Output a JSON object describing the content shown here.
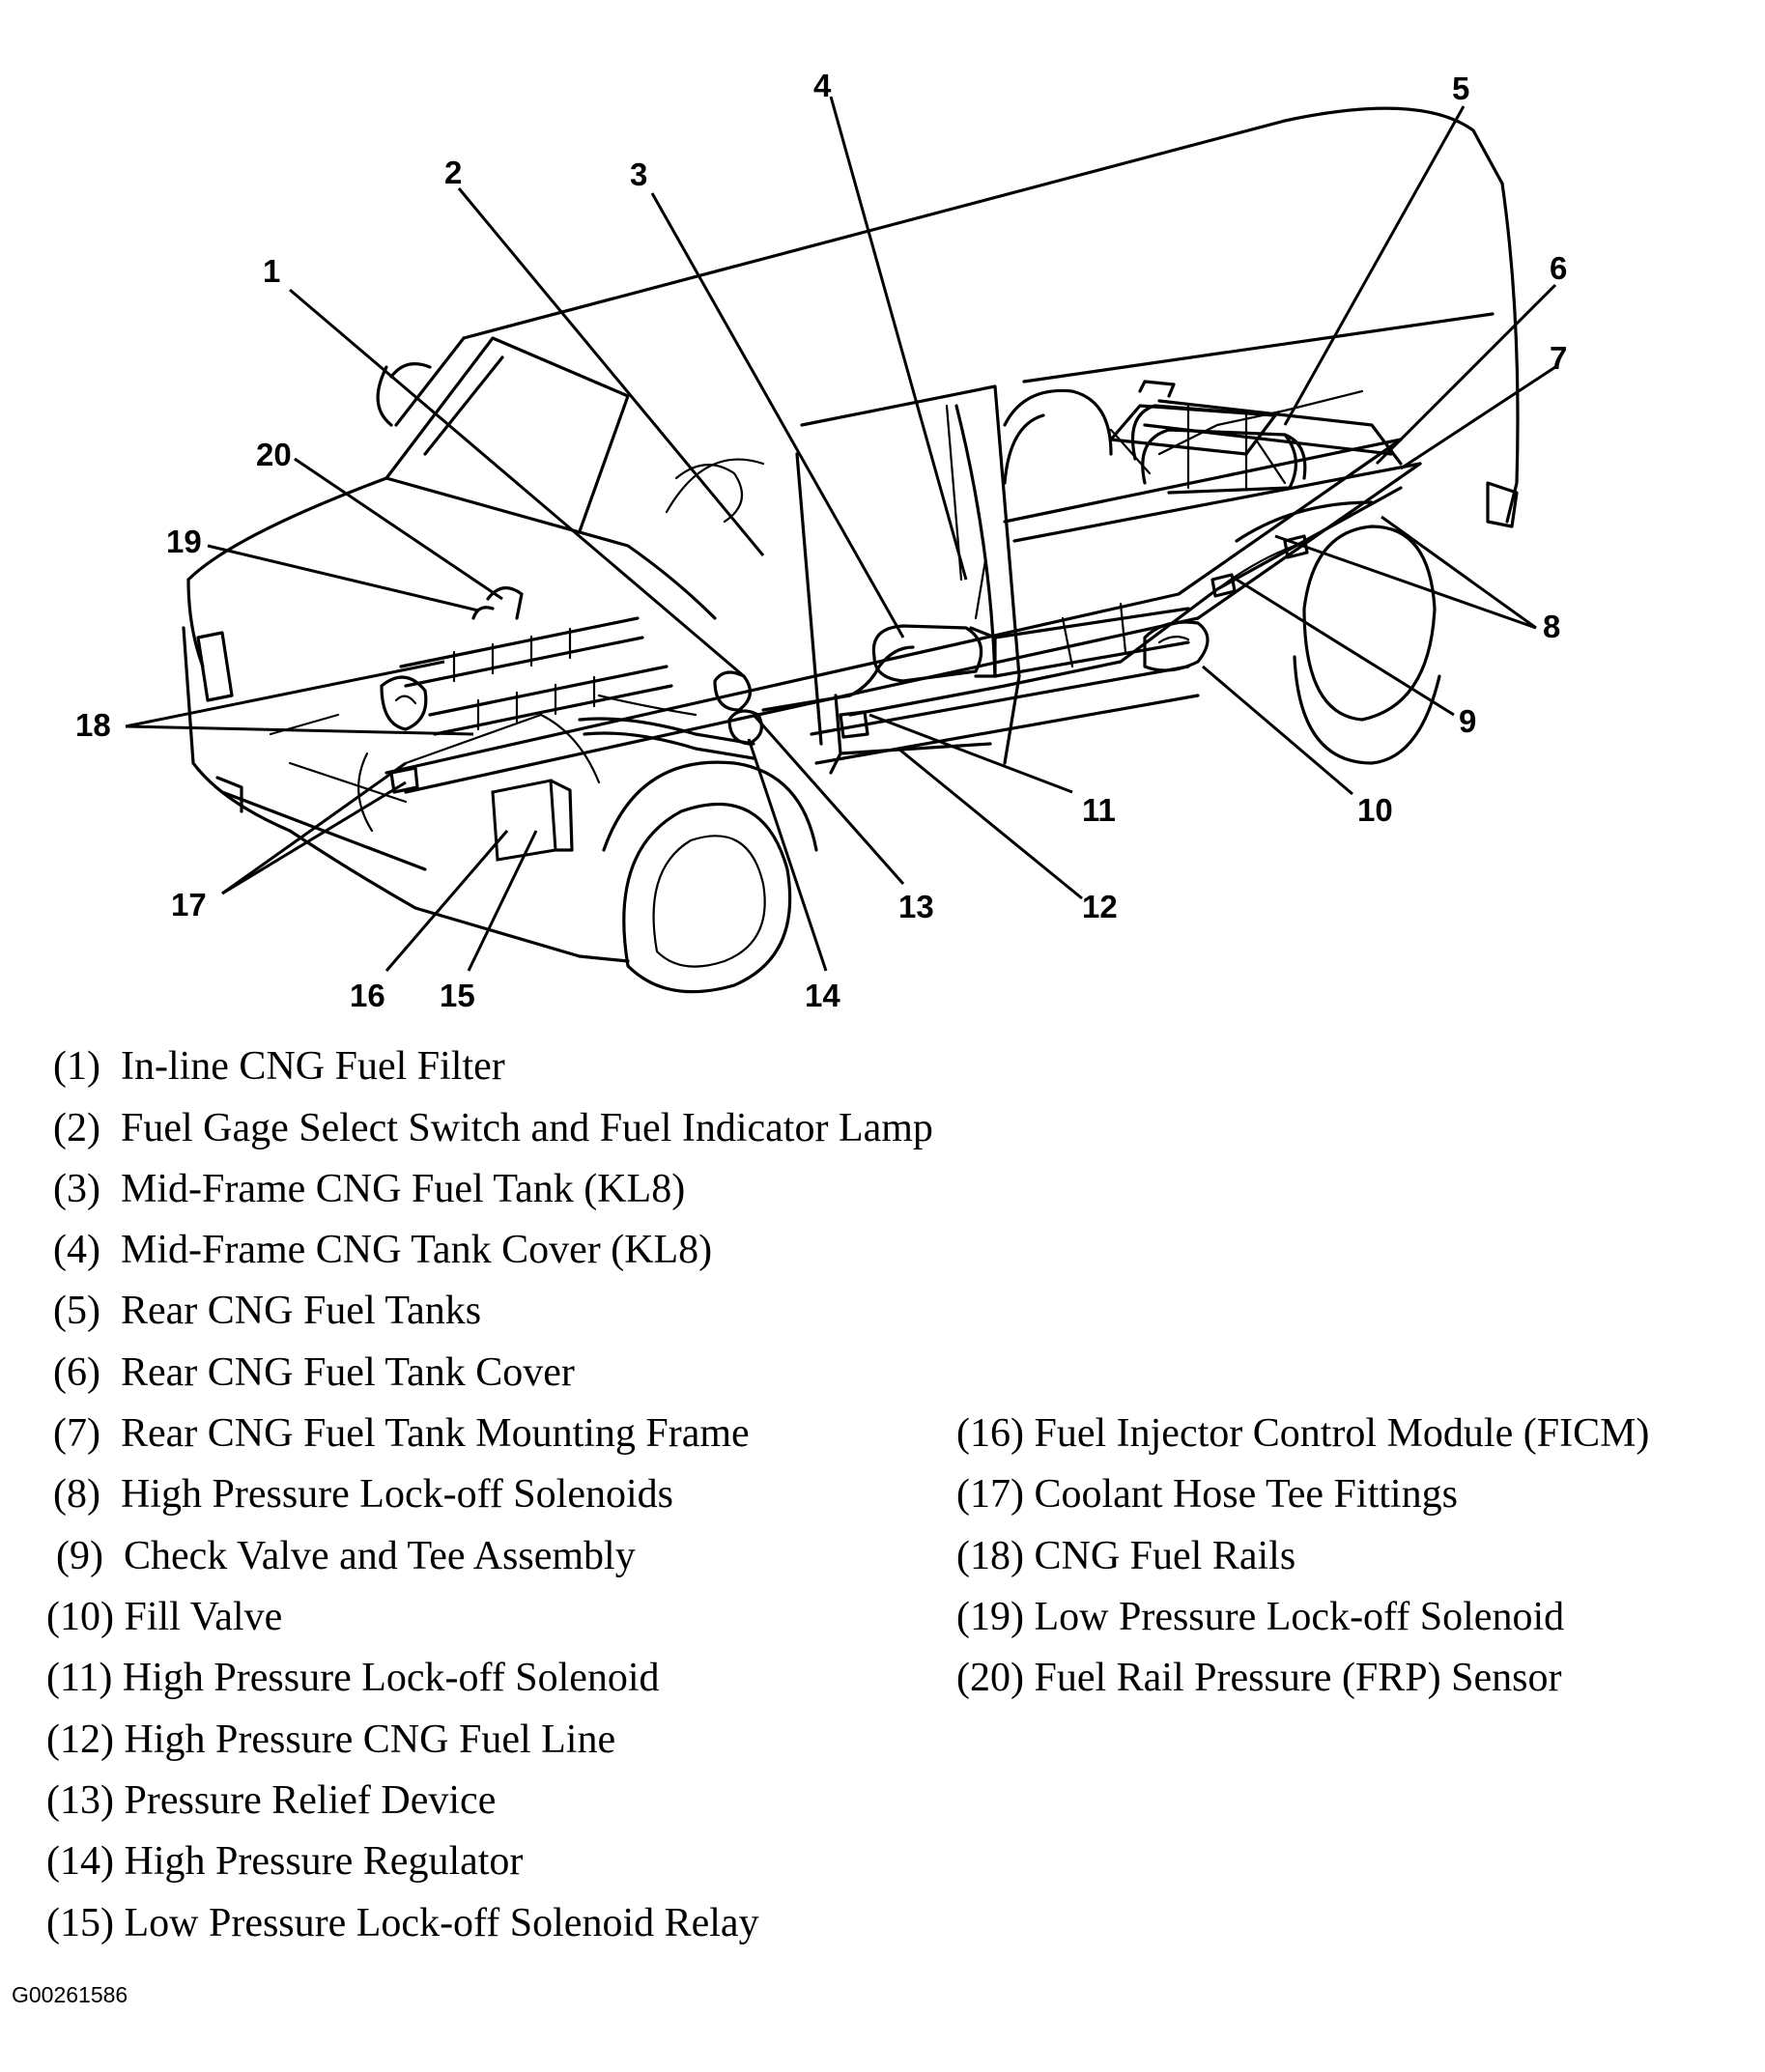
{
  "figure_id": "G00261586",
  "callout_numbers": [
    "1",
    "2",
    "3",
    "4",
    "5",
    "6",
    "7",
    "8",
    "9",
    "10",
    "11",
    "12",
    "13",
    "14",
    "15",
    "16",
    "17",
    "18",
    "19",
    "20"
  ],
  "legend": [
    {
      "num": "(1)",
      "label": "In-line CNG Fuel Filter"
    },
    {
      "num": "(2)",
      "label": "Fuel Gage Select Switch and Fuel Indicator Lamp"
    },
    {
      "num": "(3)",
      "label": "Mid-Frame CNG Fuel Tank (KL8)"
    },
    {
      "num": "(4)",
      "label": "Mid-Frame CNG Tank Cover (KL8)"
    },
    {
      "num": "(5)",
      "label": "Rear CNG Fuel Tanks"
    },
    {
      "num": "(6)",
      "label": "Rear CNG Fuel Tank Cover"
    },
    {
      "num": "(7)",
      "label": "Rear CNG Fuel Tank Mounting Frame"
    },
    {
      "num": "(8)",
      "label": "High Pressure Lock-off Solenoids"
    },
    {
      "num": "(9)",
      "label": "Check Valve and Tee Assembly"
    },
    {
      "num": "(10)",
      "label": "Fill Valve"
    },
    {
      "num": "(11)",
      "label": "High Pressure Lock-off Solenoid"
    },
    {
      "num": "(12)",
      "label": "High Pressure CNG Fuel Line"
    },
    {
      "num": "(13)",
      "label": "Pressure Relief Device"
    },
    {
      "num": "(14)",
      "label": "High Pressure Regulator"
    },
    {
      "num": "(15)",
      "label": "Low Pressure Lock-off Solenoid Relay"
    },
    {
      "num": "(16)",
      "label": "Fuel Injector Control Module (FICM)"
    },
    {
      "num": "(17)",
      "label": "Coolant Hose Tee Fittings"
    },
    {
      "num": "(18)",
      "label": "CNG Fuel Rails"
    },
    {
      "num": "(19)",
      "label": "Low Pressure Lock-off Solenoid"
    },
    {
      "num": "(20)",
      "label": "Fuel Rail Pressure (FRP) Sensor"
    }
  ]
}
